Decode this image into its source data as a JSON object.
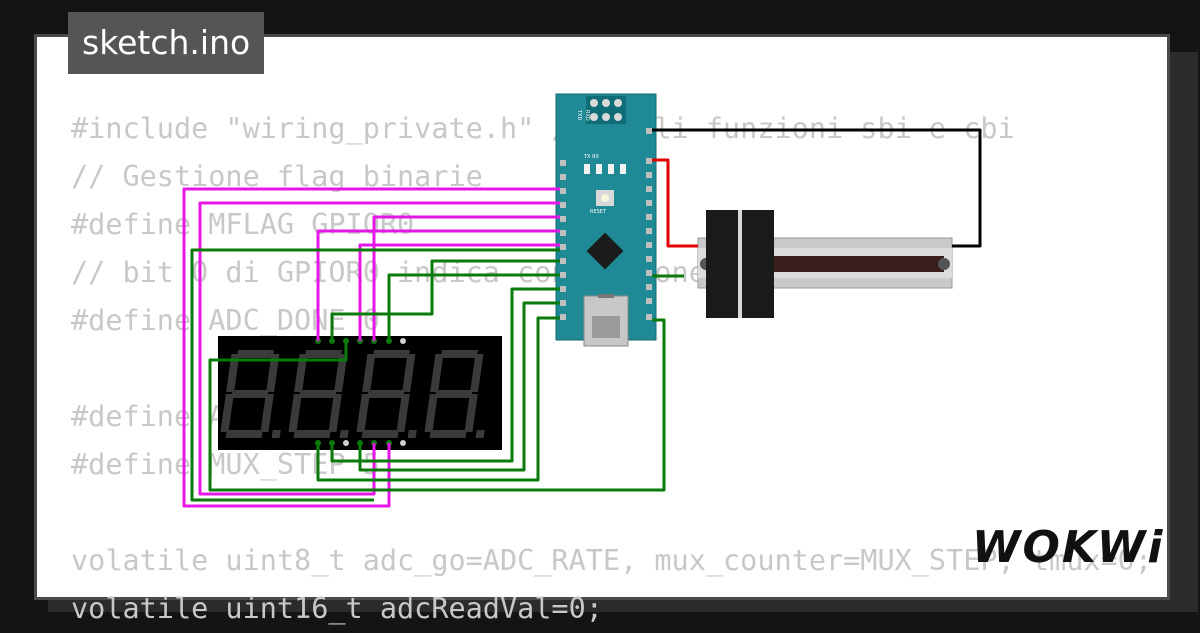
{
  "tab": {
    "title": "sketch.ino"
  },
  "code": {
    "lines": [
      "#include \"wiring_private.h\" // utili funzioni sbi e cbi",
      "// Gestione flag binarie",
      "#define MFLAG GPIOR0",
      "// bit 0 di GPIOR0 indica conversione presente",
      "#define ADC_DONE 0",
      "",
      "#define ADC_RATE 10",
      "#define MUX_STEP 5",
      "",
      "volatile uint8_t adc_go=ADC_RATE, mux_counter=MUX_STEP, tmux=0;",
      "volatile uint16_t adcReadVal=0;"
    ]
  },
  "board": {
    "reset_label": "RESET",
    "tx_rx_label": "TX RX",
    "txd_label": "TXD",
    "rxd_label": "RXD"
  },
  "branding": {
    "logo": "WOKWi"
  },
  "colors": {
    "wire_magenta": "#e617e6",
    "wire_green": "#0a7a0a",
    "wire_red": "#e00000",
    "wire_black": "#000000",
    "board": "#1f8a96",
    "display_bg": "#000000",
    "segment_off": "#3a3a3a"
  }
}
